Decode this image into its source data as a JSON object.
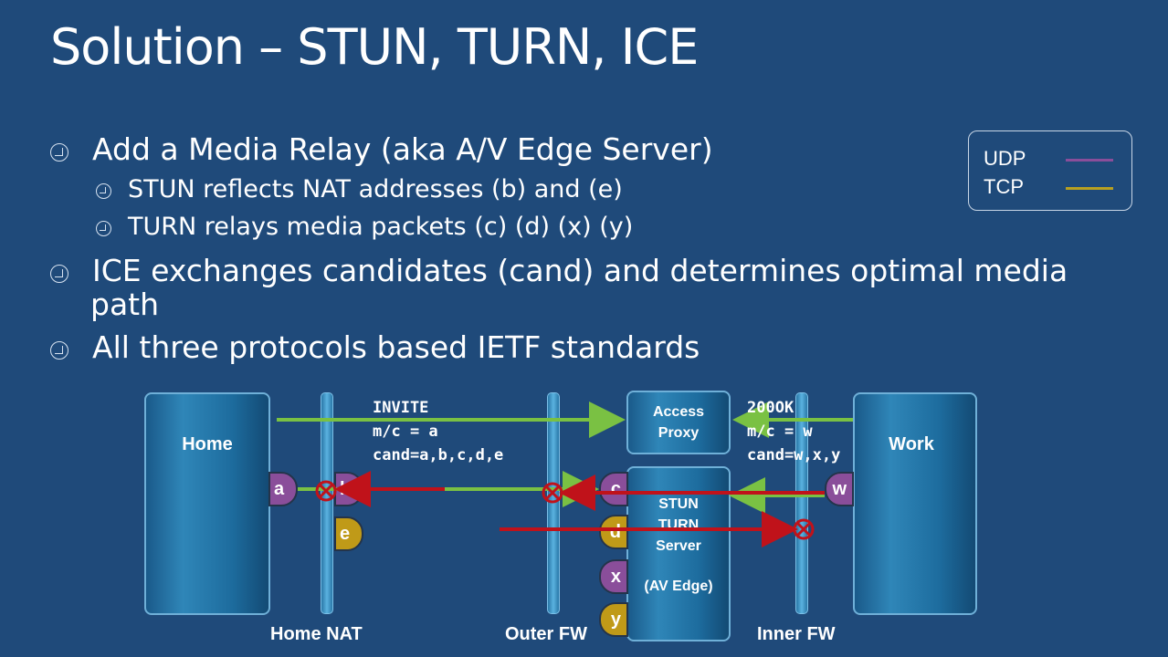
{
  "title": "Solution – STUN, TURN, ICE",
  "bullets": [
    {
      "level": 1,
      "text": "Add a Media Relay (aka A/V Edge Server)"
    },
    {
      "level": 2,
      "text": "STUN reflects NAT addresses (b) and (e)"
    },
    {
      "level": 2,
      "text": "TURN relays media packets (c) (d) (x) (y)"
    },
    {
      "level": 1,
      "text": "ICE exchanges candidates (cand) and determines optimal media"
    },
    {
      "level": 1,
      "text": "path"
    },
    {
      "level": 1,
      "text": "All three protocols based IETF standards"
    }
  ],
  "legend": {
    "udp": "UDP",
    "tcp": "TCP",
    "udp_color": "#8a4e9a",
    "tcp_color": "#b8a020"
  },
  "diagram": {
    "home": "Home",
    "work": "Work",
    "access_proxy_1": "Access",
    "access_proxy_2": "Proxy",
    "stun_1": "STUN",
    "stun_2": "TURN",
    "stun_3": "Server",
    "stun_4": "(AV Edge)",
    "home_nat": "Home NAT",
    "outer_fw": "Outer FW",
    "inner_fw": "Inner FW",
    "invite": "INVITE\nm/c = a\ncand=a,b,c,d,e",
    "ok": "200OK\nm/c = w\ncand=w,x,y",
    "ports": {
      "a": "a",
      "b": "b",
      "c": "c",
      "d": "d",
      "e": "e",
      "w": "w",
      "x": "x",
      "y": "y"
    },
    "colors": {
      "green": "#7ac143",
      "red": "#c0121a"
    }
  }
}
